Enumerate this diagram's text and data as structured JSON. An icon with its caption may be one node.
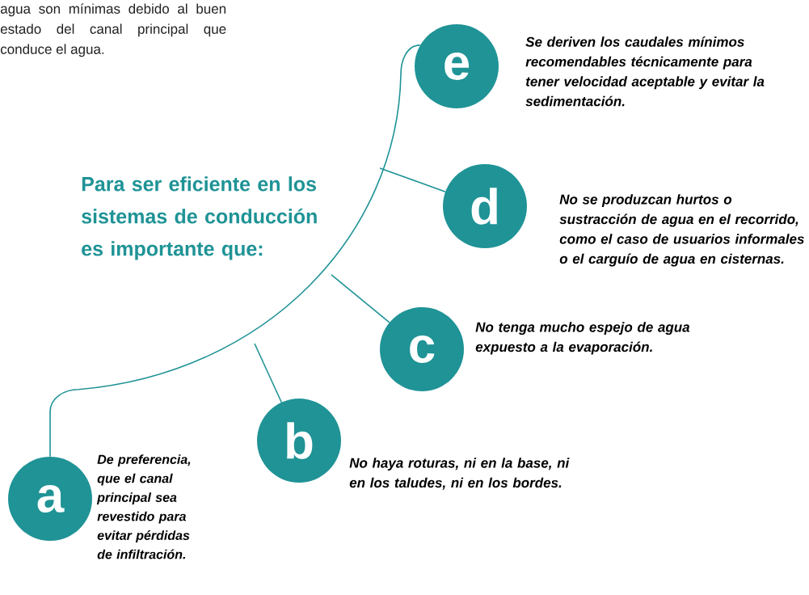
{
  "diagram": {
    "title": "Para ser eficiente en los sistemas de conducción es importante que:",
    "nodes": [
      {
        "text": [
          "a"
        ],
        "beside": [
          "De preferencia, que el canal principal sea revestido para evitar pérdidas de infiltración."
        ]
      },
      {
        "text": [
          "b"
        ],
        "beside": [
          "No haya roturas, ni en la base, ni en los taludes, ni en los bordes."
        ]
      },
      {
        "text": [
          "c"
        ],
        "beside": [
          "No tenga mucho espejo de agua expuesto a la evaporación."
        ]
      },
      {
        "text": [
          "d"
        ],
        "beside": [
          "No se produzcan hurtos o sustracción de agua en el recorrido, como el caso de usuarios informales o el carguío de agua en cisternas."
        ]
      },
      {
        "text": [
          "e"
        ],
        "beside": [
          "Se deriven los caudales mínimos recomendables técnicamente para tener velocidad aceptable y evitar la sedimentación."
        ]
      }
    ],
    "edges": [
      {
        "from": 0,
        "to": 4,
        "arrow": "none"
      },
      {
        "from": null,
        "to": 1,
        "arrow": "none"
      },
      {
        "from": null,
        "to": 2,
        "arrow": "none"
      },
      {
        "from": null,
        "to": 3,
        "arrow": "none"
      }
    ],
    "labels": [
      "agua son mínimas debido al buen estado del canal principal que conduce el agua."
    ]
  }
}
